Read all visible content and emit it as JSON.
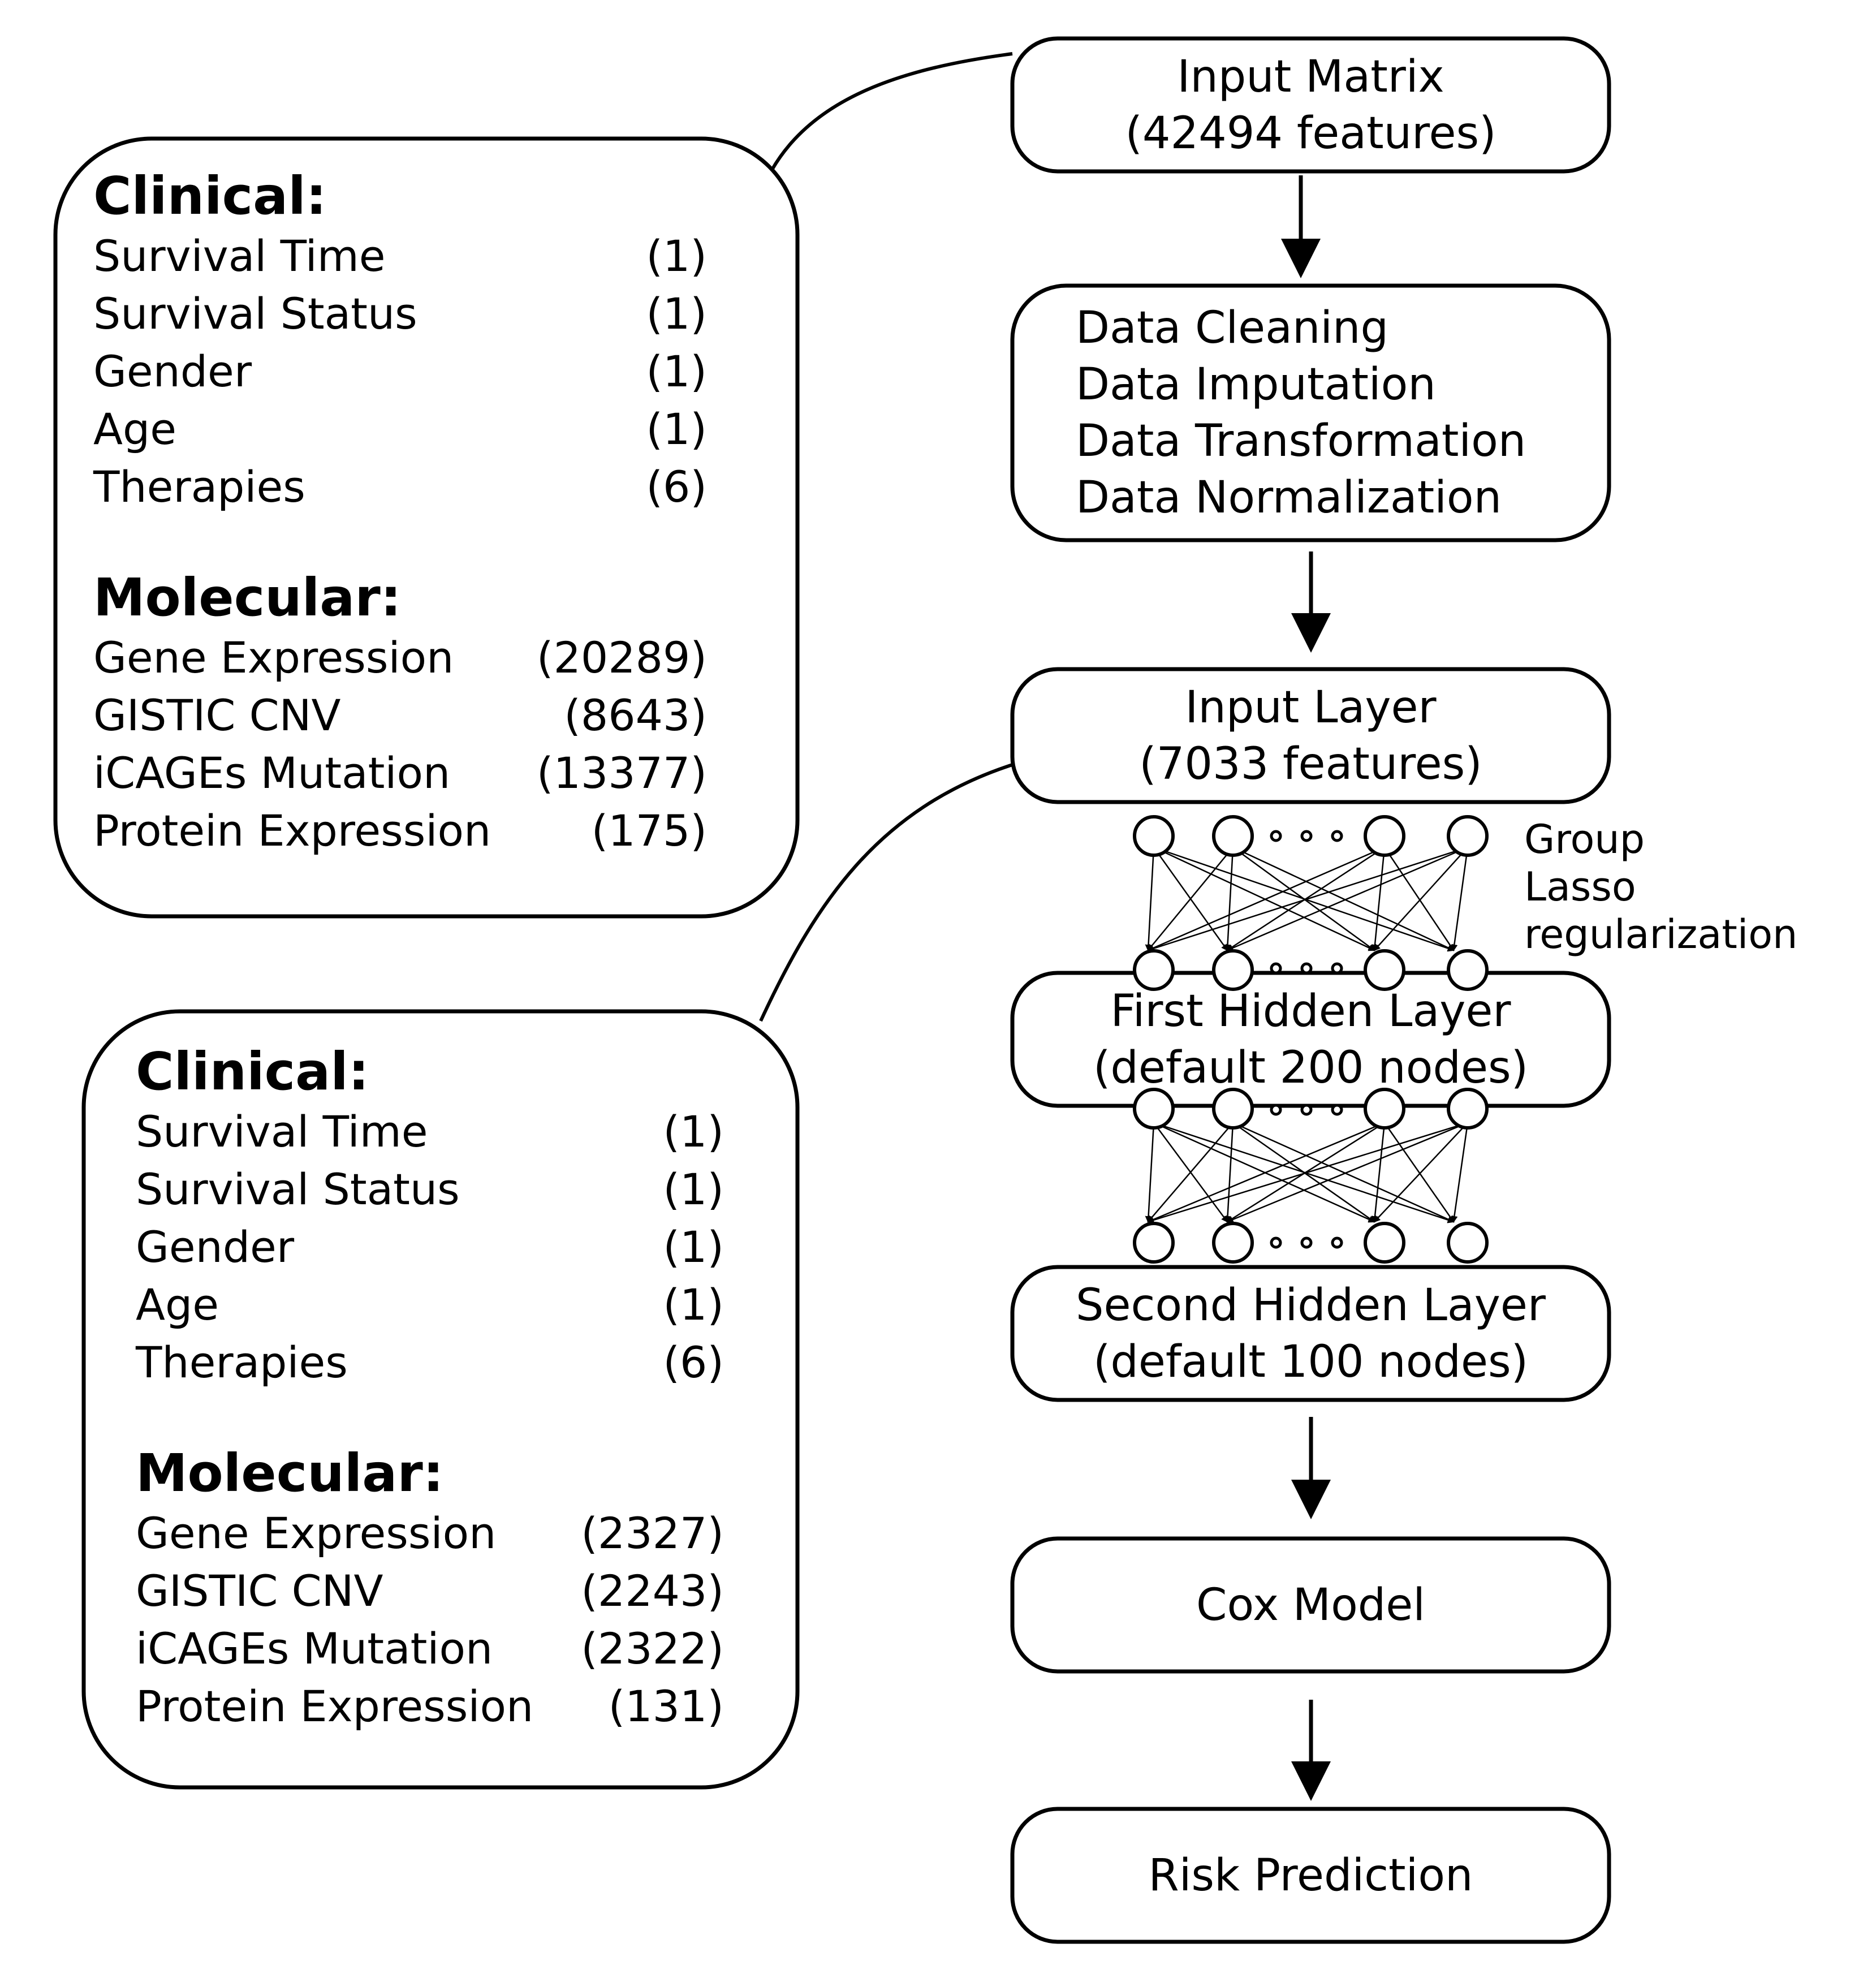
{
  "pipeline": [
    {
      "lines": [
        "Input Matrix",
        "(42494 features)"
      ]
    },
    {
      "lines": [
        "Data Cleaning",
        "Data Imputation",
        "Data Transformation",
        "Data Normalization"
      ]
    },
    {
      "lines": [
        "Input Layer",
        "(7033 features)"
      ]
    },
    {
      "lines": [
        "First Hidden Layer",
        "(default 200 nodes)"
      ]
    },
    {
      "lines": [
        "Second Hidden Layer",
        "(default 100 nodes)"
      ]
    },
    {
      "lines": [
        "Cox Model"
      ]
    },
    {
      "lines": [
        "Risk Prediction"
      ]
    }
  ],
  "regularization_label": [
    "Group",
    "Lasso",
    "regularization"
  ],
  "panels": [
    {
      "clinical_heading": "Clinical:",
      "clinical": [
        {
          "name": "Survival Time",
          "count": "(1)"
        },
        {
          "name": "Survival Status",
          "count": "(1)"
        },
        {
          "name": "Gender",
          "count": "(1)"
        },
        {
          "name": "Age",
          "count": "(1)"
        },
        {
          "name": "Therapies",
          "count": "(6)"
        }
      ],
      "molecular_heading": "Molecular:",
      "molecular": [
        {
          "name": "Gene Expression",
          "count": "(20289)"
        },
        {
          "name": "GISTIC CNV",
          "count": "(8643)"
        },
        {
          "name": "iCAGEs Mutation",
          "count": "(13377)"
        },
        {
          "name": "Protein Expression",
          "count": "(175)"
        }
      ]
    },
    {
      "clinical_heading": "Clinical:",
      "clinical": [
        {
          "name": "Survival Time",
          "count": "(1)"
        },
        {
          "name": "Survival Status",
          "count": "(1)"
        },
        {
          "name": "Gender",
          "count": "(1)"
        },
        {
          "name": "Age",
          "count": "(1)"
        },
        {
          "name": "Therapies",
          "count": "(6)"
        }
      ],
      "molecular_heading": "Molecular:",
      "molecular": [
        {
          "name": "Gene Expression",
          "count": "(2327)"
        },
        {
          "name": "GISTIC CNV",
          "count": "(2243)"
        },
        {
          "name": "iCAGEs Mutation",
          "count": "(2322)"
        },
        {
          "name": "Protein Expression",
          "count": "(131)"
        }
      ]
    }
  ],
  "colors": {
    "stroke": "#000000",
    "background": "#ffffff"
  }
}
